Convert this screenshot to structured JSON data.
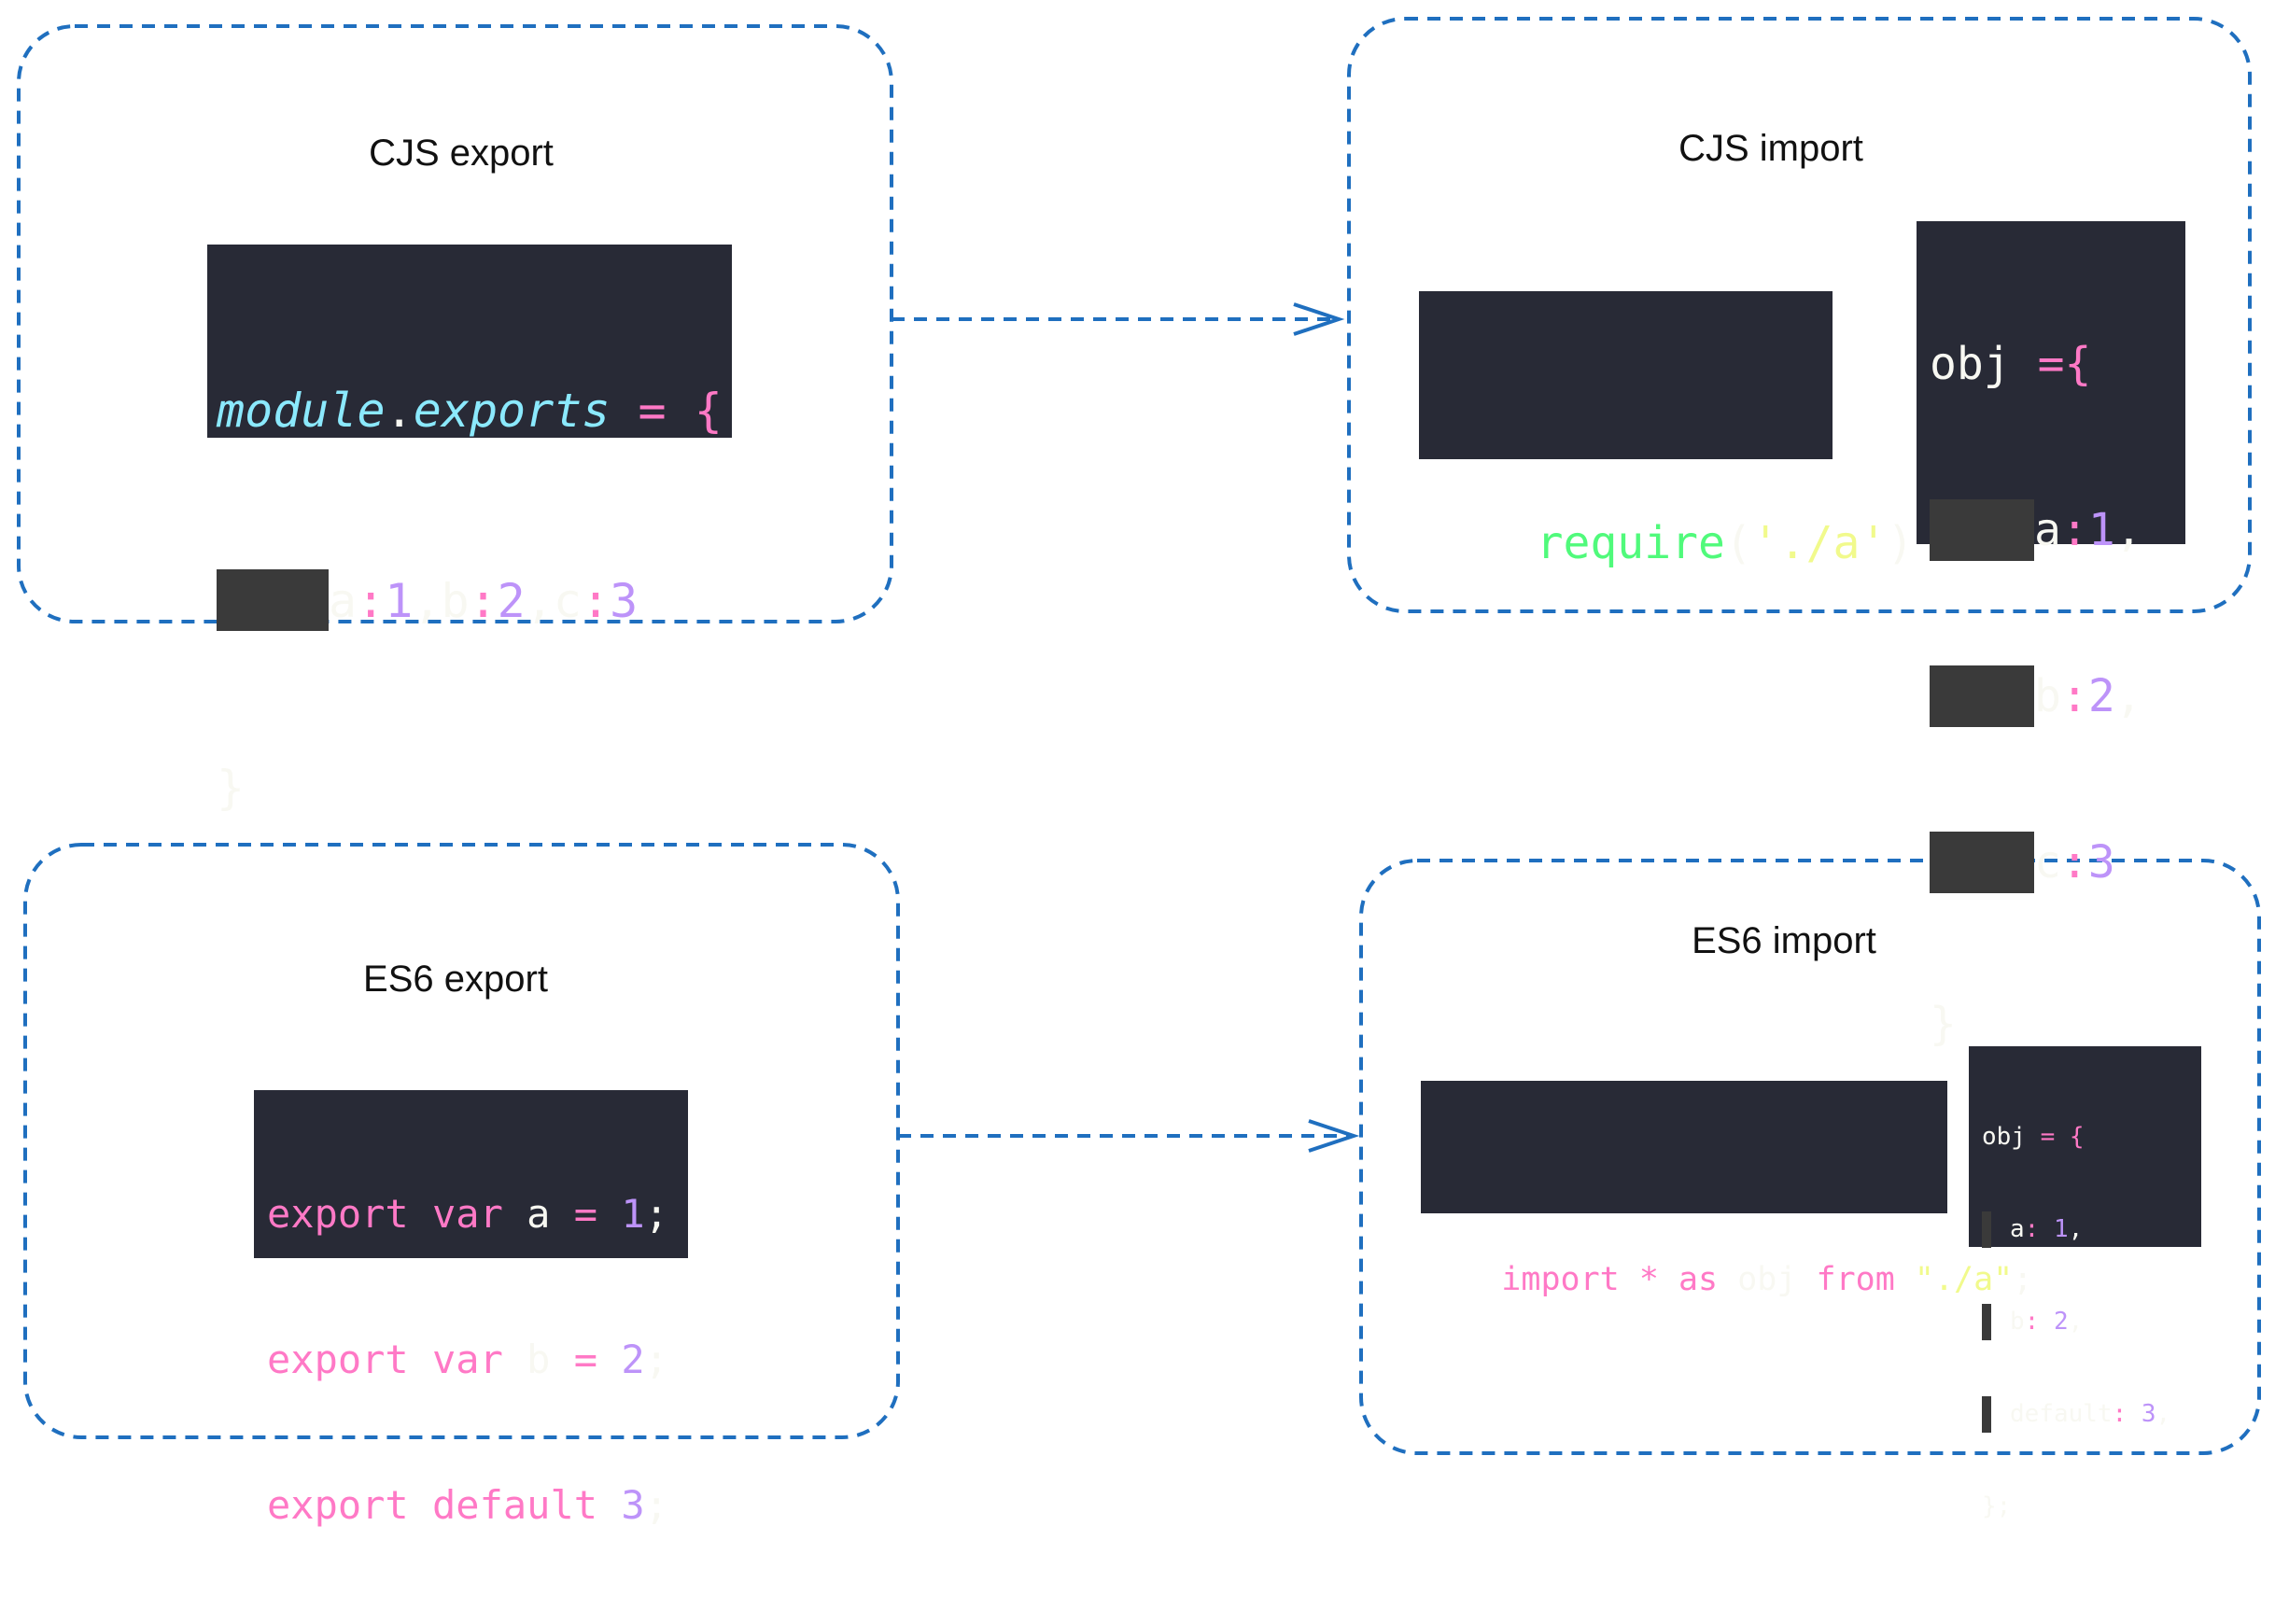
{
  "colors": {
    "dashed_border": "#1f6fbf",
    "code_bg": "#282a36",
    "keyword": "#ff79c6",
    "number": "#bd93f9",
    "string": "#f1fa8c",
    "function": "#50fa7b",
    "property": "#8be9fd",
    "plain": "#f8f8f2"
  },
  "boxes": {
    "cjs_export": {
      "title": "CJS export",
      "code": {
        "module": "module",
        "dot": ".",
        "exports": "exports",
        "assign": " = {",
        "a": "a",
        "colon": ":",
        "one": "1",
        "comma": ",",
        "b": "b",
        "two": "2",
        "c": "c",
        "three": "3",
        "close": "}"
      }
    },
    "cjs_import": {
      "title": "CJS import",
      "require_code": {
        "fn": "require",
        "open": "(",
        "arg": "'./a'",
        "close": ")"
      },
      "obj_code": {
        "obj": "obj ",
        "assign": "={",
        "a": "a",
        "colon": ":",
        "one": "1",
        "comma": ",",
        "b": "b",
        "two": "2",
        "c": "c",
        "three": "3",
        "close": "}"
      }
    },
    "es6_export": {
      "title": "ES6 export",
      "code": {
        "export": "export",
        "var": "var",
        "default": "default",
        "a": "a",
        "b": "b",
        "eq": "=",
        "one": "1",
        "two": "2",
        "three": "3",
        "semi": ";"
      }
    },
    "es6_import": {
      "title": "ES6 import",
      "import_code": {
        "import": "import",
        "star": "*",
        "as": "as",
        "obj": "obj",
        "from": "from",
        "path": "\"./a\"",
        "semi": ";"
      },
      "obj_code": {
        "obj": "obj",
        "assign": "= {",
        "a": "a",
        "colon": ":",
        "one": "1",
        "comma": ",",
        "b": "b",
        "two": "2",
        "default": "default",
        "three": "3",
        "close": "};"
      }
    }
  }
}
